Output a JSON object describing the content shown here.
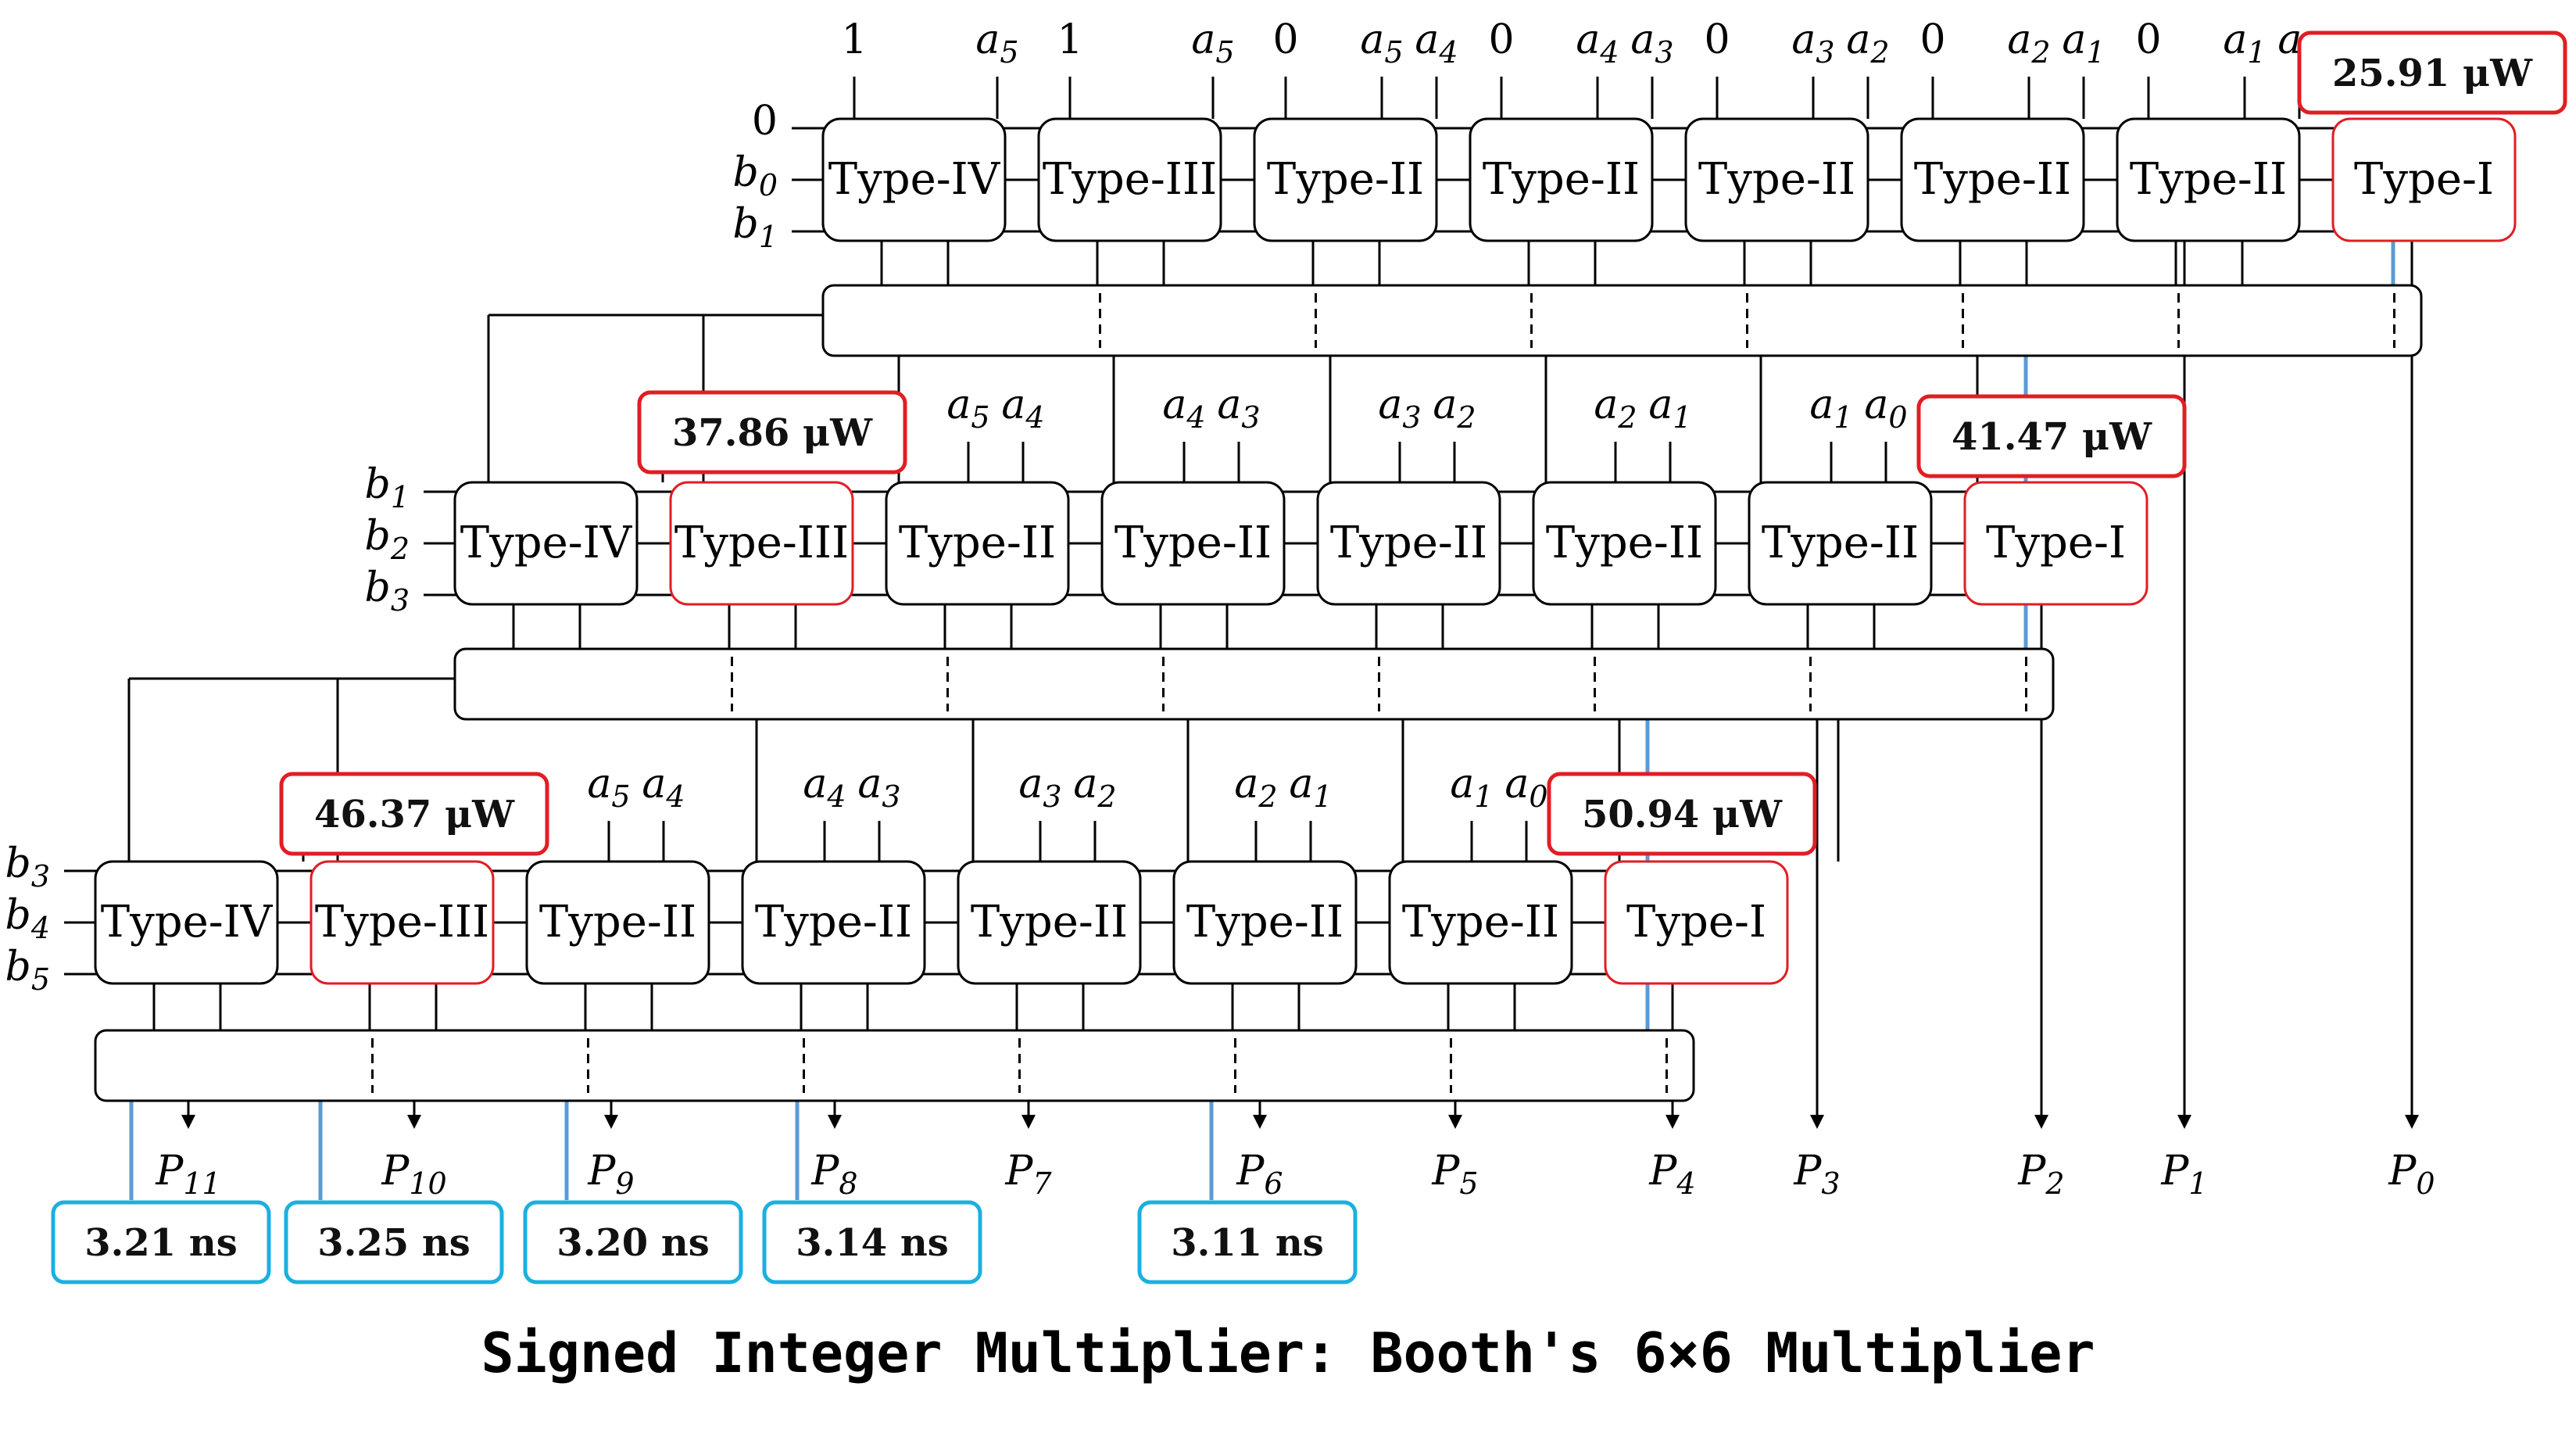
{
  "caption": "Signed Integer Multiplier: Booth's 6×6 Multiplier",
  "rows": [
    {
      "blocks": [
        "Type-IV",
        "Type-III",
        "Type-II",
        "Type-II",
        "Type-II",
        "Type-II",
        "Type-II",
        "Type-I"
      ],
      "highlighted": [
        7
      ],
      "side_labels": [
        "0",
        "b0",
        "b1"
      ],
      "top_labels": [
        [
          "1",
          "a5"
        ],
        [
          "1",
          "a5"
        ],
        [
          "0",
          "a5",
          "a4"
        ],
        [
          "0",
          "a4",
          "a3"
        ],
        [
          "0",
          "a3",
          "a2"
        ],
        [
          "0",
          "a2",
          "a1"
        ],
        [
          "0",
          "a1",
          "a0"
        ]
      ],
      "power": [
        "25.91 μW"
      ]
    },
    {
      "blocks": [
        "Type-IV",
        "Type-III",
        "Type-II",
        "Type-II",
        "Type-II",
        "Type-II",
        "Type-II",
        "Type-I"
      ],
      "highlighted": [
        1,
        7
      ],
      "side_labels": [
        "b1",
        "b2",
        "b3"
      ],
      "top_labels": [
        [
          "a5"
        ],
        [
          "a5",
          "a4"
        ],
        [
          "a4",
          "a3"
        ],
        [
          "a3",
          "a2"
        ],
        [
          "a2",
          "a1"
        ],
        [
          "a1",
          "a0"
        ]
      ],
      "power": [
        "37.86 μW",
        "41.47 μW"
      ]
    },
    {
      "blocks": [
        "Type-IV",
        "Type-III",
        "Type-II",
        "Type-II",
        "Type-II",
        "Type-II",
        "Type-II",
        "Type-I"
      ],
      "highlighted": [
        1,
        7
      ],
      "side_labels": [
        "b3",
        "b4",
        "b5"
      ],
      "top_labels": [
        [
          "a5"
        ],
        [
          "a5",
          "a4"
        ],
        [
          "a4",
          "a3"
        ],
        [
          "a3",
          "a2"
        ],
        [
          "a2",
          "a1"
        ],
        [
          "a1",
          "a0"
        ]
      ],
      "power": [
        "46.37 μW",
        "50.94 μW"
      ]
    }
  ],
  "outputs": [
    "P11",
    "P10",
    "P9",
    "P8",
    "P7",
    "P6",
    "P5",
    "P4",
    "P3",
    "P2",
    "P1",
    "P0"
  ],
  "delays": [
    "3.21 ns",
    "3.25 ns",
    "3.20 ns",
    "3.14 ns",
    "3.11 ns"
  ],
  "colors": {
    "highlight": "#e01e24",
    "delay": "#1ab0e0",
    "path": "#5b9bd5"
  }
}
